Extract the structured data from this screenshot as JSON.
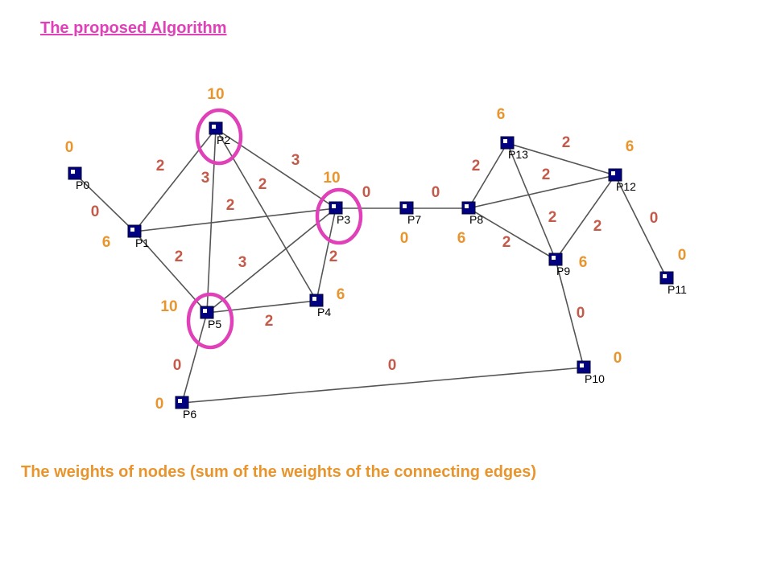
{
  "title": "The proposed Algorithm",
  "caption": "The weights of nodes (sum of the weights of the connecting edges)",
  "colors": {
    "title": "#e040b8",
    "caption": "#e8952e",
    "edge": "#555555",
    "node": "#000080",
    "edge_weight": "#c45a4a",
    "node_weight": "#e8952e",
    "highlight": "#e040b8"
  },
  "nodes": [
    {
      "id": "P0",
      "weight": "0"
    },
    {
      "id": "P1",
      "weight": "6"
    },
    {
      "id": "P2",
      "weight": "10"
    },
    {
      "id": "P3",
      "weight": "10"
    },
    {
      "id": "P4",
      "weight": "6"
    },
    {
      "id": "P5",
      "weight": "10"
    },
    {
      "id": "P6",
      "weight": "0"
    },
    {
      "id": "P7",
      "weight": "0"
    },
    {
      "id": "P8",
      "weight": "6"
    },
    {
      "id": "P9",
      "weight": "6"
    },
    {
      "id": "P10",
      "weight": "0"
    },
    {
      "id": "P11",
      "weight": "0"
    },
    {
      "id": "P12",
      "weight": "6"
    },
    {
      "id": "P13",
      "weight": "6"
    }
  ],
  "edges": [
    {
      "from": "P0",
      "to": "P1",
      "weight": "0"
    },
    {
      "from": "P1",
      "to": "P2",
      "weight": "2"
    },
    {
      "from": "P1",
      "to": "P3",
      "weight": "2"
    },
    {
      "from": "P1",
      "to": "P5",
      "weight": "2"
    },
    {
      "from": "P2",
      "to": "P5",
      "weight": "3"
    },
    {
      "from": "P2",
      "to": "P3",
      "weight": "3"
    },
    {
      "from": "P2",
      "to": "P4",
      "weight": "2"
    },
    {
      "from": "P3",
      "to": "P5",
      "weight": "3"
    },
    {
      "from": "P3",
      "to": "P4",
      "weight": "2"
    },
    {
      "from": "P5",
      "to": "P4",
      "weight": "2"
    },
    {
      "from": "P3",
      "to": "P7",
      "weight": "0"
    },
    {
      "from": "P7",
      "to": "P8",
      "weight": "0"
    },
    {
      "from": "P5",
      "to": "P6",
      "weight": "0"
    },
    {
      "from": "P6",
      "to": "P10",
      "weight": "0"
    },
    {
      "from": "P9",
      "to": "P10",
      "weight": "0"
    },
    {
      "from": "P8",
      "to": "P13",
      "weight": "2"
    },
    {
      "from": "P8",
      "to": "P12",
      "weight": "2"
    },
    {
      "from": "P8",
      "to": "P9",
      "weight": "2"
    },
    {
      "from": "P13",
      "to": "P12",
      "weight": "2"
    },
    {
      "from": "P13",
      "to": "P9",
      "weight": "2"
    },
    {
      "from": "P12",
      "to": "P9",
      "weight": "2"
    },
    {
      "from": "P12",
      "to": "P11",
      "weight": "0"
    }
  ],
  "highlighted": [
    "P2",
    "P3",
    "P5"
  ]
}
